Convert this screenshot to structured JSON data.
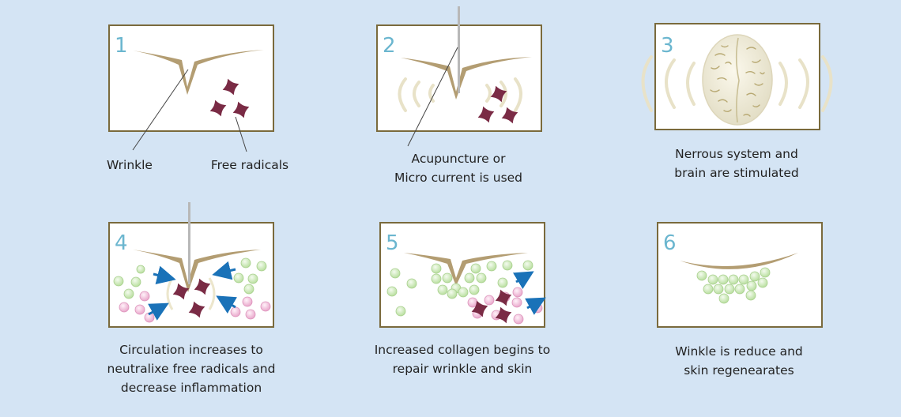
{
  "steps": [
    {
      "number": "1",
      "labels": [
        "Wrinkle",
        "Free radicals"
      ]
    },
    {
      "number": "2",
      "caption": [
        "Acupuncture or",
        "Micro current is used"
      ]
    },
    {
      "number": "3",
      "caption": [
        "Nerrous system and",
        "brain are stimulated"
      ]
    },
    {
      "number": "4",
      "caption": [
        "Circulation increases to",
        "neutralixe free radicals and",
        "decrease inflammation"
      ]
    },
    {
      "number": "5",
      "caption": [
        "Increased collagen begins to",
        "repair wrinkle and skin"
      ]
    },
    {
      "number": "6",
      "caption": [
        "Winkle is reduce and",
        "skin regenearates"
      ]
    }
  ],
  "colors": {
    "background": "#d4e4f4",
    "panel_border": "#7a6a3c",
    "wrinkle": "#b39d72",
    "free_radical": "#7a2b45",
    "collagen_green": "#c4e6b4",
    "pink_cell": "#f0bcd8",
    "arrow": "#1a72b8",
    "needle": "#b8b8b8",
    "number": "#6bb6cf"
  },
  "icons": [
    "wrinkle-icon",
    "free-radical-icon",
    "needle-icon",
    "brain-icon",
    "arrow-icon",
    "collagen-cell-icon",
    "pink-cell-icon"
  ]
}
